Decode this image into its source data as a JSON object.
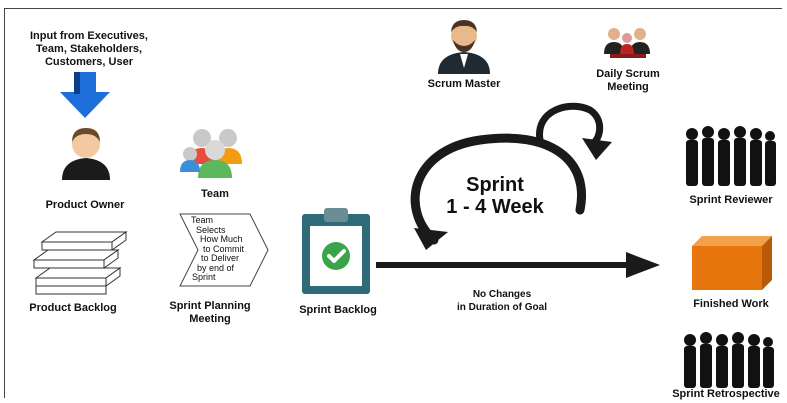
{
  "input_text": [
    "Input from Executives,",
    "Team, Stakeholders,",
    "Customers, User"
  ],
  "product_owner": "Product Owner",
  "team": "Team",
  "product_backlog": "Product Backlog",
  "planning_text": [
    "Team",
    "Selects",
    "How Much",
    "to Commit",
    "to Deliver",
    "by end of",
    "Sprint"
  ],
  "sprint_planning": [
    "Sprint Planning",
    "Meeting"
  ],
  "sprint_backlog": "Sprint Backlog",
  "scrum_master": "Scrum Master",
  "daily_scrum": [
    "Daily Scrum",
    "Meeting"
  ],
  "sprint_title": [
    "Sprint",
    "1 - 4 Week"
  ],
  "no_changes": [
    "No Changes",
    "in Duration of Goal"
  ],
  "sprint_reviewer": "Sprint Reviewer",
  "finished_work": "Finished Work",
  "sprint_retrospective": "Sprint Retrospective",
  "colors": {
    "arrow_blue": "#1e6fd9",
    "clipboard": "#2e6b78",
    "check_green": "#3aa44a",
    "box_orange": "#e8760f"
  }
}
